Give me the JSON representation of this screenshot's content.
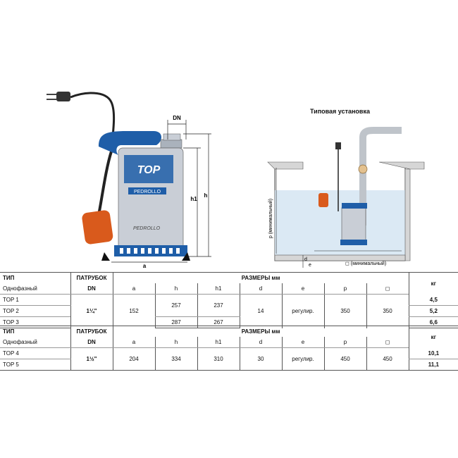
{
  "drawing_left": {
    "brand_label": "TOP",
    "logo_text": "PEDROLLO",
    "dim_dn": "DN",
    "dim_h1": "h1",
    "dim_h": "h",
    "dim_a": "a"
  },
  "drawing_right": {
    "title": "Типовая установка",
    "label_p": "p (минимальный)",
    "label_d": "d",
    "label_e": "e",
    "label_area": "◻ (минимальный)"
  },
  "table1": {
    "header": {
      "type": "ТИП",
      "outlet": "ПАТРУБОК",
      "dims": "РАЗМЕРЫ мм",
      "kg": "кг"
    },
    "subheader": {
      "phase": "Однофазный",
      "dn": "DN",
      "a": "a",
      "h": "h",
      "h1": "h1",
      "d": "d",
      "e": "e",
      "p": "p",
      "sq": "◻"
    },
    "rows": [
      {
        "model": "TOP 1",
        "kg": "4,5"
      },
      {
        "model": "TOP 2",
        "kg": "5,2"
      },
      {
        "model": "TOP 3",
        "kg": "6,6"
      }
    ],
    "dn_value": "1¼\"",
    "a_value": "152",
    "h_values": [
      "257",
      "287"
    ],
    "h1_values": [
      "237",
      "267"
    ],
    "d_value": "14",
    "e_value": "регулир.",
    "p_value": "350",
    "sq_value": "350"
  },
  "table2": {
    "header": {
      "type": "ТИП",
      "outlet": "ПАТРУБОК",
      "dims": "РАЗМЕРЫ мм",
      "kg": "кг"
    },
    "subheader": {
      "phase": "Однофазный",
      "dn": "DN",
      "a": "a",
      "h": "h",
      "h1": "h1",
      "d": "d",
      "e": "e",
      "p": "p",
      "sq": "◻"
    },
    "rows": [
      {
        "model": "TOP 4",
        "kg": "10,1"
      },
      {
        "model": "TOP 5",
        "kg": "11,1"
      }
    ],
    "dn_value": "1½\"",
    "a_value": "204",
    "h_value": "334",
    "h1_value": "310",
    "d_value": "30",
    "e_value": "регулир.",
    "p_value": "450",
    "sq_value": "450"
  },
  "colors": {
    "pump_blue": "#1f5ea8",
    "pump_gray": "#c9ced6",
    "float_orange": "#d95a1c",
    "water": "#dbe9f4"
  }
}
